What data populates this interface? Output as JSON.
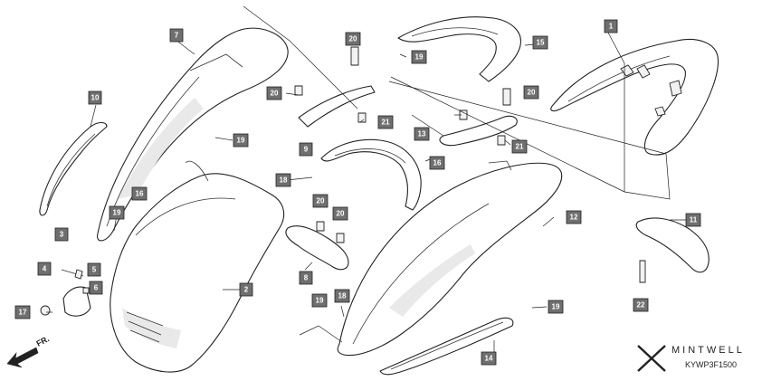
{
  "diagram": {
    "callouts": [
      "1",
      "2",
      "3",
      "4",
      "5",
      "6",
      "7",
      "8",
      "9",
      "10",
      "11",
      "12",
      "13",
      "14",
      "15",
      "16",
      "16",
      "17",
      "18",
      "18",
      "19",
      "19",
      "19",
      "19",
      "19",
      "20",
      "20",
      "20",
      "20",
      "20",
      "21",
      "21",
      "22"
    ],
    "direction_label": "FR.",
    "brand": "MINTWELL",
    "diagram_code": "KYWP3F1500",
    "colors": {
      "callout_fill": "#6f6f6f",
      "callout_text": "#ffffff",
      "line": "#222222"
    }
  }
}
